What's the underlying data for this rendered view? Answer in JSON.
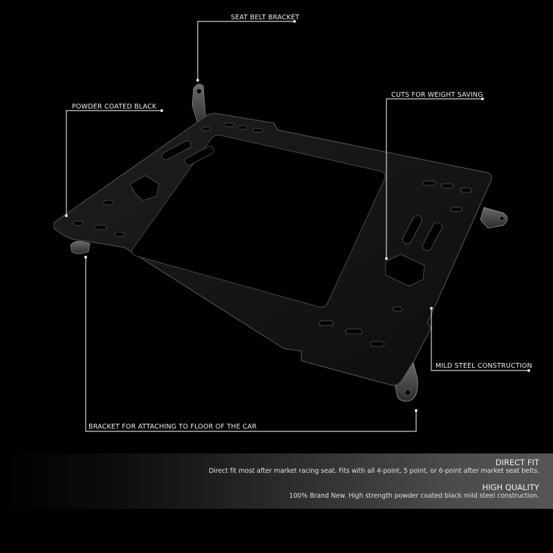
{
  "product": {
    "name": "Racing seat mounting bracket",
    "color": "#111111"
  },
  "callouts": [
    {
      "id": "seat-belt-bracket",
      "label": "SEAT BELT BRACKET"
    },
    {
      "id": "powder-coated-black",
      "label": "POWDER COATED BLACK"
    },
    {
      "id": "cuts-for-weight-saving",
      "label": "CUTS FOR WEIGHT SAVING"
    },
    {
      "id": "mild-steel-construction",
      "label": "MILD STEEL CONSTRUCTION"
    },
    {
      "id": "floor-bracket",
      "label": "BRACKET FOR ATTACHING TO FLOOR OF THE CAR"
    }
  ],
  "features": [
    {
      "title": "DIRECT FIT",
      "description": "Direct fit most after market racing seat. Fits with all 4-point, 5 point, or 6-point after market seat belts."
    },
    {
      "title": "HIGH QUALITY",
      "description": "100% Brand New. High strength powder coated black mild steel construction."
    }
  ],
  "colors": {
    "background": "#000000",
    "line": "#d8d8d8",
    "banner_end": "#555555"
  }
}
